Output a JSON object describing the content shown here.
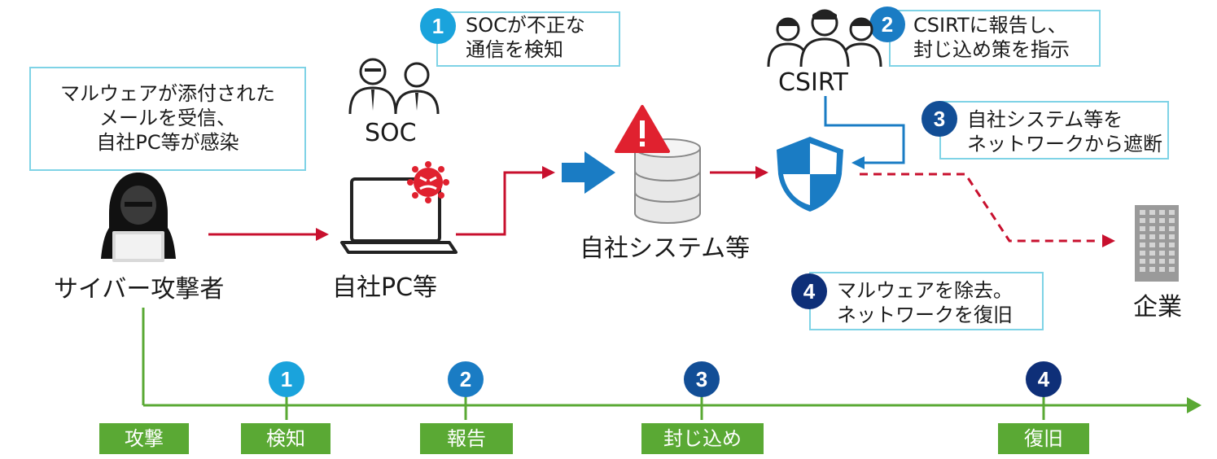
{
  "notes": {
    "infection": "マルウェアが添付された\nメールを受信、\n自社PC等が感染",
    "step1": "SOCが不正な\n通信を検知",
    "step2": "CSIRTに報告し、\n封じ込め策を指示",
    "step3": "自社システム等を\nネットワークから遮断",
    "step4": "マルウェアを除去。\nネットワークを復旧"
  },
  "step_numbers": [
    "1",
    "2",
    "3",
    "4"
  ],
  "labels": {
    "attacker": "サイバー攻撃者",
    "pc": "自社PC等",
    "soc": "SOC",
    "csirt": "CSIRT",
    "system": "自社システム等",
    "company": "企業"
  },
  "timeline": {
    "phases": [
      "攻撃",
      "検知",
      "報告",
      "封じ込め",
      "復旧"
    ]
  },
  "colors": {
    "step1": "#1aa3dc",
    "step2": "#1a7cc4",
    "step3": "#124e96",
    "step4": "#0e2f78",
    "timeline_green": "#5aa934",
    "arrow_red": "#c8102e",
    "note_border": "#7fd3e6"
  },
  "icons": {
    "attacker": "hooded-hacker-icon",
    "pc": "laptop-icon",
    "virus": "virus-icon",
    "soc": "two-persons-icon",
    "csirt": "three-persons-icon",
    "system": "database-icon",
    "warning": "warning-icon",
    "shield": "shield-icon",
    "company": "building-icon"
  }
}
